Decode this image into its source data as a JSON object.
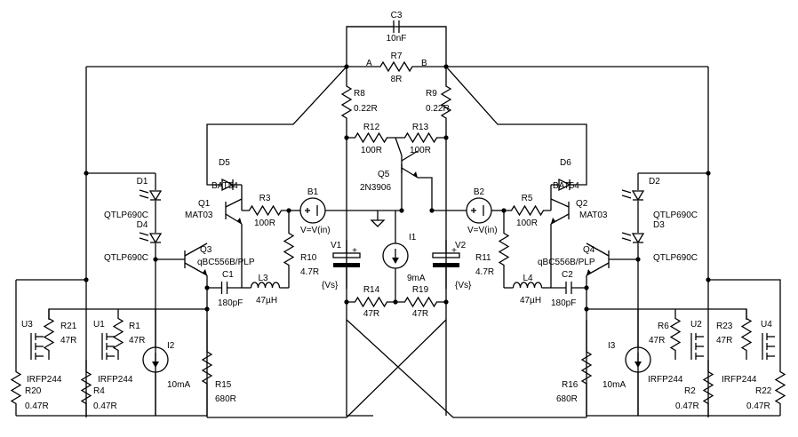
{
  "labels": {
    "C3": "C3",
    "C3_val": "10nF",
    "R7": "R7",
    "R7_val": "8R",
    "node_A": "A",
    "node_B": "B",
    "R8": "R8",
    "R8_val": "0.22R",
    "R9": "R9",
    "R9_val": "0.22R",
    "R12": "R12",
    "R12_val": "100R",
    "R13": "R13",
    "R13_val": "100R",
    "Q5": "Q5",
    "Q5_val": "2N3906",
    "D5": "D5",
    "D5_val": "BAT54",
    "D6": "D6",
    "D6_val": "BAT54",
    "Q1": "Q1",
    "Q1_val": "MAT03",
    "Q2": "Q2",
    "Q2_val": "MAT03",
    "R3": "R3",
    "R3_val": "100R",
    "R5": "R5",
    "R5_val": "100R",
    "B1": "B1",
    "B1_val": "V=V(in)",
    "B2": "B2",
    "B2_val": "V=V(in)",
    "D1": "D1",
    "D1_val": "QTLP690C",
    "D4": "D4",
    "D4_val": "QTLP690C",
    "D2": "D2",
    "D2_val": "QTLP690C",
    "D3": "D3",
    "D3_val": "QTLP690C",
    "Q3": "Q3",
    "Q3_val": "qBC556B/PLP",
    "Q4": "Q4",
    "Q4_val": "qBC556B/PLP",
    "R10": "R10",
    "R10_val": "4.7R",
    "R11": "R11",
    "R11_val": "4.7R",
    "V1": "V1",
    "V1_val": "{Vs}",
    "V2": "V2",
    "V2_val": "{Vs}",
    "I1": "I1",
    "I1_val": "9mA",
    "C1": "C1",
    "C1_val": "180pF",
    "C2": "C2",
    "C2_val": "180pF",
    "L3": "L3",
    "L3_val": "47µH",
    "L4": "L4",
    "L4_val": "47µH",
    "R14": "R14",
    "R14_val": "47R",
    "R19": "R19",
    "R19_val": "47R",
    "U3": "U3",
    "U1": "U1",
    "U2": "U2",
    "U4": "U4",
    "U3_val": "IRFP244",
    "U1_val": "IRFP244",
    "U2_val": "IRFP244",
    "U4_val": "IRFP244",
    "R21": "R21",
    "R21_val": "47R",
    "R1": "R1",
    "R1_val": "47R",
    "R6": "R6",
    "R6_val": "47R",
    "R23": "R23",
    "R23_val": "47R",
    "R20": "R20",
    "R20_val": "0.47R",
    "R4": "R4",
    "R4_val": "0.47R",
    "R2": "R2",
    "R2_val": "0.47R",
    "R22": "R22",
    "R22_val": "0.47R",
    "I2": "I2",
    "I2_val": "10mA",
    "I3": "I3",
    "I3_val": "10mA",
    "R15": "R15",
    "R15_val": "680R",
    "R16": "R16",
    "R16_val": "680R",
    "plus": "+"
  }
}
